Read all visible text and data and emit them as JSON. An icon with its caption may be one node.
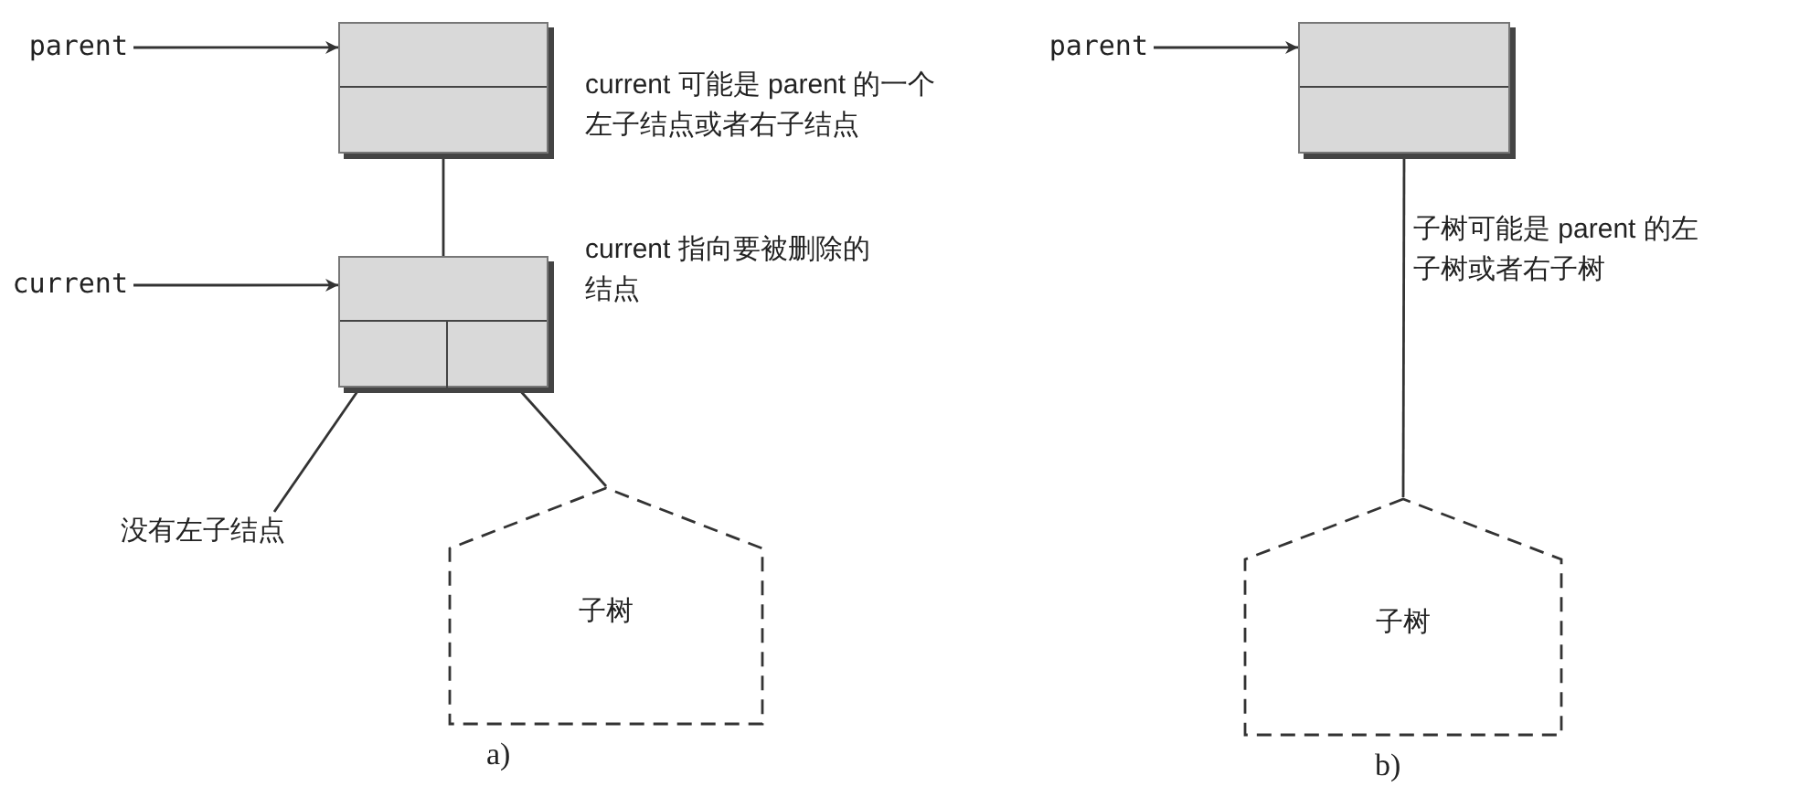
{
  "diagram": {
    "nodes": [
      {
        "text": [
          "parent"
        ]
      },
      {
        "text": [],
        "shape": "box"
      },
      {
        "text": [
          "current"
        ]
      },
      {
        "text": [],
        "shape": "box"
      },
      {
        "text": [
          "没有左子结点"
        ]
      },
      {
        "text": [
          "子树"
        ]
      },
      {
        "text": [
          "parent"
        ]
      },
      {
        "text": [],
        "shape": "box"
      },
      {
        "text": [
          "子树"
        ]
      }
    ],
    "edges": [
      {
        "from": 0,
        "to": 1,
        "arrow": "to"
      },
      {
        "from": 1,
        "to": 3,
        "arrow": "none"
      },
      {
        "from": 2,
        "to": 3,
        "arrow": "to"
      },
      {
        "from": 3,
        "to": 4,
        "arrow": "none"
      },
      {
        "from": 3,
        "to": 5,
        "arrow": "none"
      },
      {
        "from": 6,
        "to": 7,
        "arrow": "to"
      },
      {
        "from": 7,
        "to": 8,
        "arrow": "none"
      }
    ],
    "labels": [
      "current 可能是 parent 的一个左子结点或者右子结点",
      "current 指向要被删除的结点",
      "子树可能是 parent 的左子树或者右子树",
      "a)",
      "b)"
    ]
  }
}
